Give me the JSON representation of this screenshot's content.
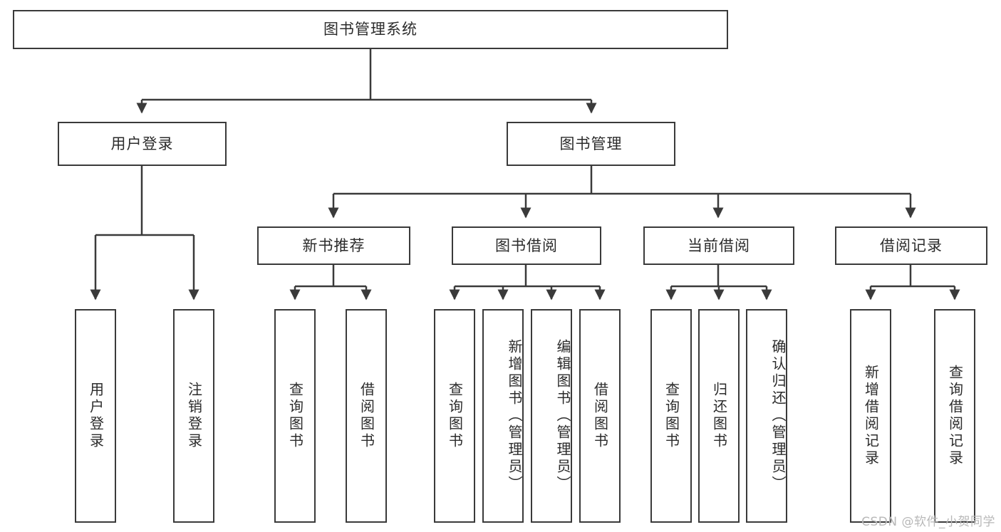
{
  "diagram": {
    "title": "图书管理系统",
    "type": "tree-hierarchy",
    "watermark": "CSDN @软件_小贺同学",
    "colors": {
      "stroke": "#3a3a3a",
      "fill": "#ffffff",
      "text": "#2b2b2b",
      "watermark": "#b8b8b8"
    },
    "levels": {
      "root": {
        "label": "图书管理系统"
      },
      "level2": [
        {
          "id": "user-login",
          "label": "用户登录"
        },
        {
          "id": "book-manage",
          "label": "图书管理"
        }
      ],
      "level3": [
        {
          "id": "new-book-recommend",
          "label": "新书推荐",
          "parent": "book-manage"
        },
        {
          "id": "book-borrow",
          "label": "图书借阅",
          "parent": "book-manage"
        },
        {
          "id": "current-borrow",
          "label": "当前借阅",
          "parent": "book-manage"
        },
        {
          "id": "borrow-record",
          "label": "借阅记录",
          "parent": "book-manage"
        }
      ],
      "leaves": [
        {
          "id": "leaf-user-login",
          "label": "用户登录",
          "parent": "user-login",
          "align": "middle"
        },
        {
          "id": "leaf-logout-login",
          "label": "注销登录",
          "parent": "user-login",
          "align": "middle"
        },
        {
          "id": "leaf-query-book-1",
          "label": "查询图书",
          "parent": "new-book-recommend",
          "align": "middle"
        },
        {
          "id": "leaf-borrow-book-1",
          "label": "借阅图书",
          "parent": "new-book-recommend",
          "align": "middle"
        },
        {
          "id": "leaf-query-book-2",
          "label": "查询图书",
          "parent": "book-borrow",
          "align": "middle"
        },
        {
          "id": "leaf-add-book",
          "label": "新增图书（管理员）",
          "parent": "book-borrow",
          "align": "top"
        },
        {
          "id": "leaf-edit-book",
          "label": "编辑图书（管理员）",
          "parent": "book-borrow",
          "align": "top"
        },
        {
          "id": "leaf-borrow-book-2",
          "label": "借阅图书",
          "parent": "book-borrow",
          "align": "middle"
        },
        {
          "id": "leaf-query-book-3",
          "label": "查询图书",
          "parent": "current-borrow",
          "align": "middle"
        },
        {
          "id": "leaf-return-book",
          "label": "归还图书",
          "parent": "current-borrow",
          "align": "middle"
        },
        {
          "id": "leaf-confirm-return",
          "label": "确认归还（管理员）",
          "parent": "current-borrow",
          "align": "top"
        },
        {
          "id": "leaf-add-record",
          "label": "新增借阅记录",
          "parent": "borrow-record",
          "align": "middle"
        },
        {
          "id": "leaf-query-record",
          "label": "查询借阅记录",
          "parent": "borrow-record",
          "align": "middle"
        }
      ]
    }
  }
}
